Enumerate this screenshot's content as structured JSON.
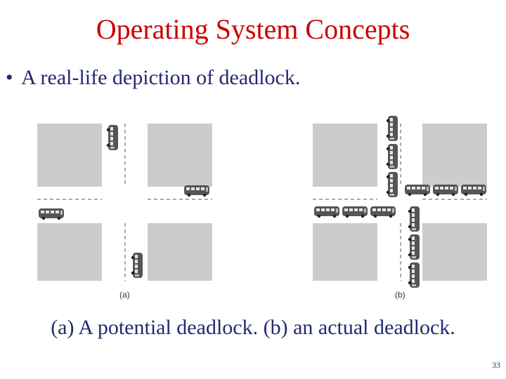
{
  "slide": {
    "title": "Operating System Concepts",
    "bullet": "A real-life depiction of deadlock.",
    "caption": "(a) A potential deadlock. (b) an actual deadlock.",
    "page_number": "33"
  },
  "figure": {
    "panel_a_label": "(a)",
    "panel_b_label": "(b)"
  },
  "colors": {
    "title": "#cc0000",
    "body_text": "#222a6e",
    "block": "#cccccc",
    "bus": "#555555"
  }
}
